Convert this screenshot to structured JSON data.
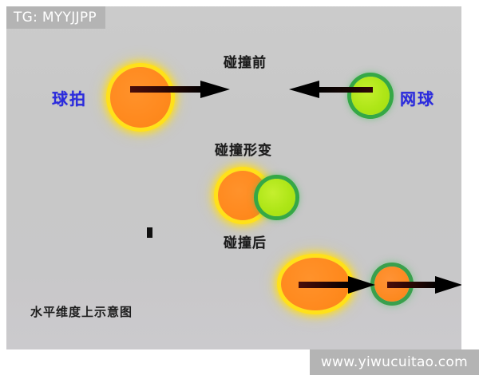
{
  "watermarks": {
    "top_left": "TG: MYYJJPP",
    "bottom_right": "www.yiwucuitao.com"
  },
  "diagram": {
    "caption": "水平维度上示意图",
    "labels": {
      "racket": "球拍",
      "ball": "网球"
    },
    "colors": {
      "background": "#c8c8c8",
      "page": "#ffffff",
      "racket_fill": "#ff8a1f",
      "racket_glow": "#ffe11a",
      "ball_fill": "#aee617",
      "ball_ring": "#35a846",
      "label_text": "#2b2bdd",
      "heading_text": "#1c1c1c",
      "arrow": "#000000",
      "arrow_shaft_inner": "#4a0d0a",
      "watermark_band": "#b4b4b4",
      "watermark_text": "#ffffff"
    },
    "stages": [
      {
        "id": "before",
        "heading": "碰撞前",
        "objects": [
          {
            "name": "racket",
            "shape": "circle",
            "fill": "orange",
            "glow": "yellow",
            "arrow": "right"
          },
          {
            "name": "tennis-ball",
            "shape": "circle",
            "fill": "yellow-green",
            "glow": "green",
            "arrow": "left"
          }
        ]
      },
      {
        "id": "deformation",
        "heading": "碰撞形变",
        "objects": [
          {
            "name": "racket",
            "shape": "circle",
            "fill": "orange",
            "glow": "yellow",
            "arrow": "none"
          },
          {
            "name": "tennis-ball",
            "shape": "circle",
            "fill": "yellow-green",
            "glow": "green",
            "arrow": "none"
          }
        ]
      },
      {
        "id": "after",
        "heading": "碰撞后",
        "objects": [
          {
            "name": "racket",
            "shape": "ellipse",
            "fill": "orange",
            "glow": "yellow",
            "arrow": "right"
          },
          {
            "name": "tennis-ball",
            "shape": "circle",
            "fill": "orange",
            "glow": "green",
            "arrow": "right"
          }
        ]
      }
    ]
  }
}
